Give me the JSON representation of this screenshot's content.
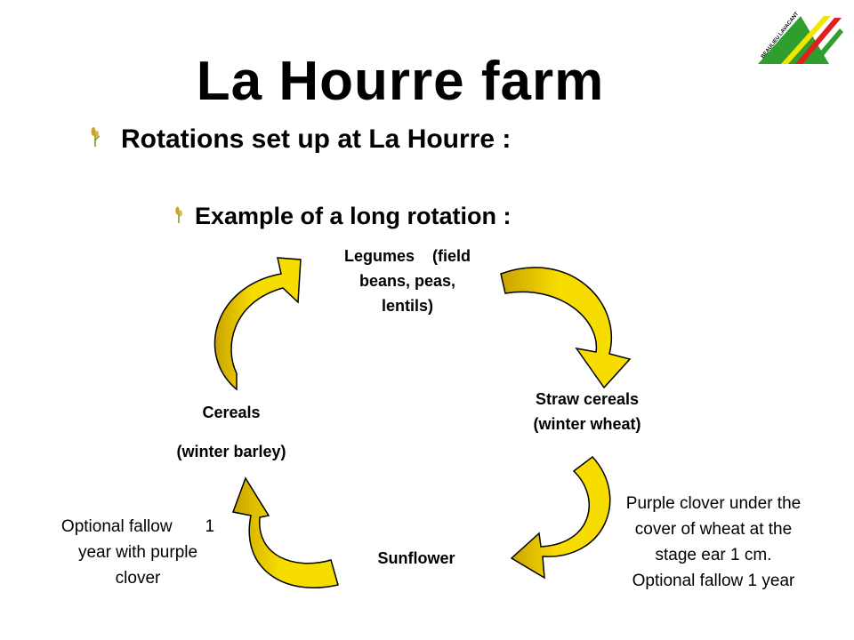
{
  "slide": {
    "title": "La Hourre  farm",
    "bullet_1": "Rotations set up at La Hourre :",
    "bullet_2": "Example of a long rotation :"
  },
  "logo": {
    "text": "BEAULIEU LAVACANT",
    "colors": {
      "green": "#2e9e2e",
      "yellow": "#f2e600",
      "red": "#e02020"
    }
  },
  "diagram": {
    "stages": {
      "legumes": {
        "line1": "Legumes    (field",
        "line2": "beans, peas,",
        "line3": "lentils)"
      },
      "straw_cereals": {
        "line1": "Straw cereals",
        "line2": "(winter wheat)"
      },
      "sunflower": {
        "line1": "Sunflower"
      },
      "cereals": {
        "line1": "Cereals",
        "line2": "(winter barley)"
      }
    },
    "notes": {
      "clover_note": {
        "line1": "Purple clover under the",
        "line2": "cover of wheat at the",
        "line3": "stage ear 1 cm.",
        "line4": "Optional fallow 1 year"
      },
      "fallow_note": {
        "line1": "Optional fallow       1",
        "line2": "year with purple",
        "line3": "clover"
      }
    },
    "colors": {
      "arrow_fill": "#f7dc00",
      "arrow_shade": "#c9a400",
      "arrow_outline": "#000000"
    }
  }
}
